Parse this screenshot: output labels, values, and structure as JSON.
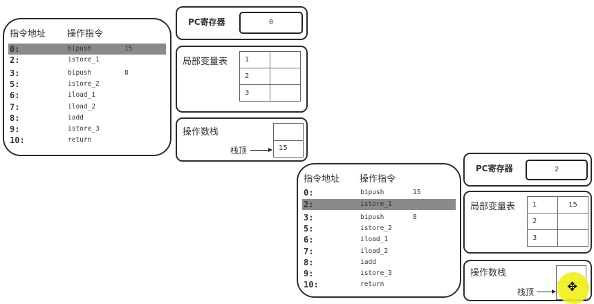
{
  "frames": [
    {
      "code_table": {
        "header_address": "指令地址",
        "header_instruction": "操作指令",
        "rows": [
          {
            "addr": "0:",
            "op": "bipush",
            "arg": "15"
          },
          {
            "addr": "2:",
            "op": "istore_1",
            "arg": ""
          },
          {
            "addr": "3:",
            "op": "bipush",
            "arg": "8"
          },
          {
            "addr": "5:",
            "op": "istore_2",
            "arg": ""
          },
          {
            "addr": "6:",
            "op": "iload_1",
            "arg": ""
          },
          {
            "addr": "7:",
            "op": "iload_2",
            "arg": ""
          },
          {
            "addr": "8:",
            "op": "iadd",
            "arg": ""
          },
          {
            "addr": "9:",
            "op": "istore_3",
            "arg": ""
          },
          {
            "addr": "10:",
            "op": "return",
            "arg": ""
          }
        ],
        "highlighted_row": 0
      },
      "pc_register": {
        "label": "PC寄存器",
        "value": "0"
      },
      "local_vars": {
        "label": "局部变量表",
        "rows": [
          {
            "index": "1",
            "value": ""
          },
          {
            "index": "2",
            "value": ""
          },
          {
            "index": "3",
            "value": ""
          }
        ]
      },
      "operand_stack": {
        "label": "操作数栈",
        "top_label": "栈顶",
        "cells": [
          "",
          "15"
        ]
      }
    },
    {
      "code_table": {
        "header_address": "指令地址",
        "header_instruction": "操作指令",
        "rows": [
          {
            "addr": "0:",
            "op": "bipush",
            "arg": "15"
          },
          {
            "addr": "2:",
            "op": "istore_1",
            "arg": ""
          },
          {
            "addr": "3:",
            "op": "bipush",
            "arg": "8"
          },
          {
            "addr": "5:",
            "op": "istore_2",
            "arg": ""
          },
          {
            "addr": "6:",
            "op": "iload_1",
            "arg": ""
          },
          {
            "addr": "7:",
            "op": "iload_2",
            "arg": ""
          },
          {
            "addr": "8:",
            "op": "iadd",
            "arg": ""
          },
          {
            "addr": "9:",
            "op": "istore_3",
            "arg": ""
          },
          {
            "addr": "10:",
            "op": "return",
            "arg": ""
          }
        ],
        "highlighted_row": 1
      },
      "pc_register": {
        "label": "PC寄存器",
        "value": "2"
      },
      "local_vars": {
        "label": "局部变量表",
        "rows": [
          {
            "index": "1",
            "value": "15"
          },
          {
            "index": "2",
            "value": ""
          },
          {
            "index": "3",
            "value": ""
          }
        ]
      },
      "operand_stack": {
        "label": "操作数栈",
        "top_label": "栈顶",
        "cells": [
          "",
          ""
        ]
      }
    }
  ],
  "colors": {
    "highlight_row": "#8a8a8a",
    "border": "#2b2b2b",
    "cursor_highlight": "#f2ee1a"
  }
}
